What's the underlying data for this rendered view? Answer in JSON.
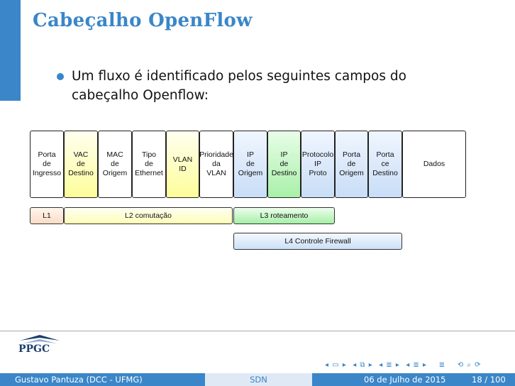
{
  "slide": {
    "title": "Cabeçalho OpenFlow",
    "bullet": "Um fluxo é identificado pelos seguintes campos do cabeçalho Openflow:"
  },
  "fields": [
    {
      "lines": [
        "Porta",
        "de",
        "Ingresso"
      ],
      "color": "white"
    },
    {
      "lines": [
        "VAC",
        "de",
        "Destino"
      ],
      "color": "yellow"
    },
    {
      "lines": [
        "MAC",
        "de",
        "Origem"
      ],
      "color": "white"
    },
    {
      "lines": [
        "Tipo",
        "de",
        "Ethernet"
      ],
      "color": "white"
    },
    {
      "lines": [
        "VLAN",
        "ID"
      ],
      "color": "yellow"
    },
    {
      "lines": [
        "Prioridade",
        "da",
        "VLAN"
      ],
      "color": "white"
    },
    {
      "lines": [
        "IP",
        "de",
        "Origem"
      ],
      "color": "blue"
    },
    {
      "lines": [
        "IP",
        "de",
        "Destino"
      ],
      "color": "green"
    },
    {
      "lines": [
        "Protocolo",
        "IP",
        "Proto"
      ],
      "color": "blue"
    },
    {
      "lines": [
        "Porta",
        "de",
        "Origem"
      ],
      "color": "blue"
    },
    {
      "lines": [
        "Porta",
        "ce",
        "Destino"
      ],
      "color": "blue"
    },
    {
      "lines": [
        "Dados"
      ],
      "color": "white"
    }
  ],
  "layers": {
    "l1": "L1",
    "l2": "L2 comutação",
    "l3": "L3 roteamento",
    "l4": "L4 Controle Firewall"
  },
  "logo": {
    "text": "PPGC"
  },
  "footer": {
    "author": "Gustavo Pantuza (DCC - UFMG)",
    "center": "SDN",
    "date": "06 de Julho de 2015",
    "page": "18 / 100"
  },
  "colors": {
    "accent": "#3a86c8"
  }
}
